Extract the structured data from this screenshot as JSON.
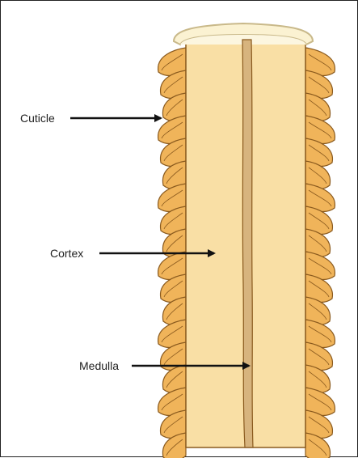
{
  "diagram": {
    "labels": {
      "cuticle": "Cuticle",
      "cortex": "Cortex",
      "medulla": "Medulla"
    },
    "colors": {
      "cuticle_scale_fill": "#f0b45a",
      "cuticle_scale_stroke": "#8a5a1e",
      "cortex_fill": "#f9dfa5",
      "medulla_fill": "#d7b47e",
      "cap_fill": "#fbf2d2",
      "cap_stroke": "#c9b98a",
      "outline": "#8a5a1e",
      "arrow": "#111111",
      "frame": "#222222"
    }
  }
}
